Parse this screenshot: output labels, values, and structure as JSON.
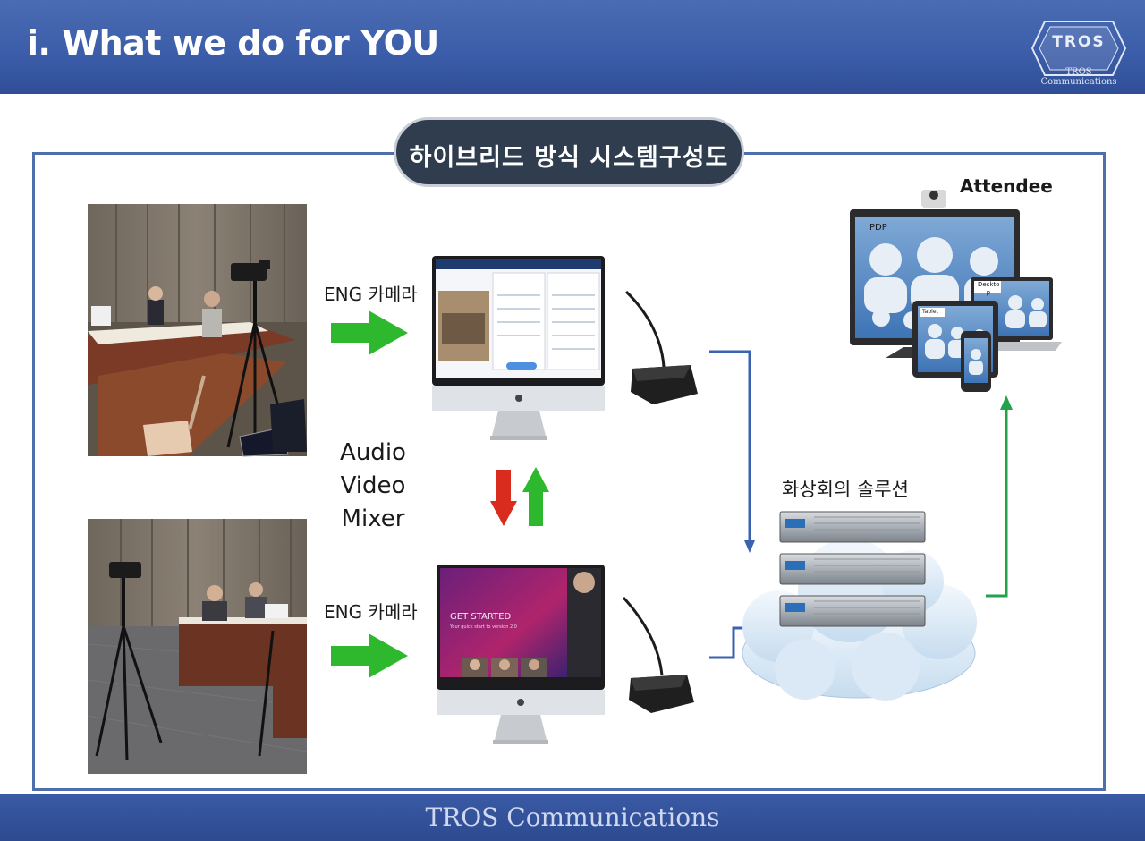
{
  "header": {
    "title": "i. What we do for YOU"
  },
  "logo": {
    "text": "TROS",
    "subtitle": "TROS Communications"
  },
  "diagram": {
    "title": "하이브리드 방식 시스템구성도",
    "camera_label_top": "ENG 카메라",
    "camera_label_bottom": "ENG 카메라",
    "mixer_lines": [
      "Audio",
      "Video",
      "Mixer"
    ],
    "solution_label": "화상회의 솔루션",
    "attendee_label": "Attendee",
    "devices": {
      "pdp": "PDP",
      "desktop": "Deskto p",
      "tablet": "Tablet"
    },
    "screen_bottom": {
      "get_started": "GET STARTED",
      "tagline": "Your quick start to version 2.0"
    }
  },
  "footer": {
    "text": "TROS Communications"
  },
  "colors": {
    "header": "#3b5ca8",
    "frame": "#4f6eac",
    "green_arrow": "#2eb82e",
    "red_arrow": "#d92b1e",
    "connector_blue": "#3a62b0",
    "connector_green": "#23a24d"
  }
}
